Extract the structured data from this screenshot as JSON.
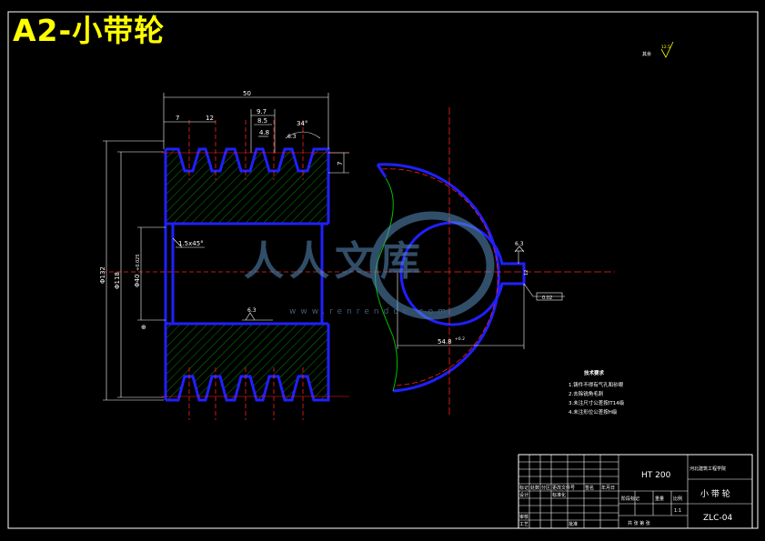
{
  "title": "A2-小带轮",
  "roughness_note": {
    "label": "其余",
    "value": "12.5"
  },
  "dimensions": {
    "overall_width": "50",
    "pitch_seven": "7",
    "pitch_twelve": "12",
    "groove_top": "9.7",
    "groove_mid": "8.5",
    "groove_bottom": "4.8",
    "groove_angle": "34°",
    "roughness_groove": "6.3",
    "groove_depth": "7",
    "outer_diameter": "Φ132",
    "root_diameter": "Φ118",
    "bore_diameter": "Φ40",
    "bore_tolerance": "+0.025",
    "chamfer": "1.5x45°",
    "roughness_bore": "6.3",
    "keyway_dim": "54.8",
    "keyway_tol": "+0.2",
    "keyway_width": "12",
    "keyway_roughness": "6.3",
    "geo_tolerance": "0.02"
  },
  "technical_requirements": {
    "heading": "技术要求",
    "items": [
      "1.铸件不得有气孔和砂眼",
      "2.去除锐角毛刺",
      "3.未注尺寸公差按IT14级",
      "4.未注形位公差按H级"
    ]
  },
  "title_block": {
    "material": "HT 200",
    "institution": "河北建筑工程学院",
    "part_name": "小 带 轮",
    "drawing_no": "ZLC-04",
    "scale": "1:1",
    "header_labels": [
      "标记",
      "处数",
      "分区",
      "更改文件号",
      "签名",
      "年月日"
    ],
    "row_labels": [
      "设计",
      "审核",
      "工艺",
      "批准",
      "标准化"
    ],
    "stage_labels": [
      "阶段标记",
      "重量",
      "比例"
    ],
    "sheet_info": "共 张  第 张"
  },
  "watermark": {
    "chinese": "人人文库",
    "url": "www.renrendoc.com"
  }
}
